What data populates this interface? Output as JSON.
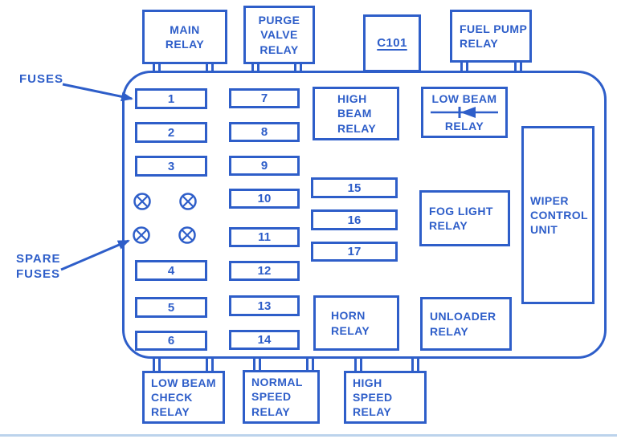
{
  "colors": {
    "ink": "#2e5ec9",
    "footer_line": "#bcd3ec"
  },
  "labels": {
    "fuses": "FUSES",
    "spare_fuses": "SPARE\nFUSES"
  },
  "top_relays": {
    "main": "MAIN\nRELAY",
    "purge_valve": "PURGE\nVALVE\nRELAY",
    "c101": "C101",
    "fuel_pump": "FUEL PUMP\nRELAY"
  },
  "panel_relays": {
    "high_beam": "HIGH\nBEAM\nRELAY",
    "low_beam_top": "LOW BEAM",
    "low_beam_bottom": "RELAY",
    "fog_light": "FOG LIGHT\nRELAY",
    "horn": "HORN\nRELAY",
    "unloader": "UNLOADER\nRELAY",
    "wiper_control": "WIPER\nCONTROL\nUNIT"
  },
  "bottom_relays": {
    "low_beam_check": "LOW BEAM\nCHECK\nRELAY",
    "normal_speed": "NORMAL\nSPEED\nRELAY",
    "high_speed": "HIGH\nSPEED\nRELAY"
  },
  "fuse_numbers": [
    "1",
    "2",
    "3",
    "4",
    "5",
    "6",
    "7",
    "8",
    "9",
    "10",
    "11",
    "12",
    "13",
    "14",
    "15",
    "16",
    "17"
  ]
}
